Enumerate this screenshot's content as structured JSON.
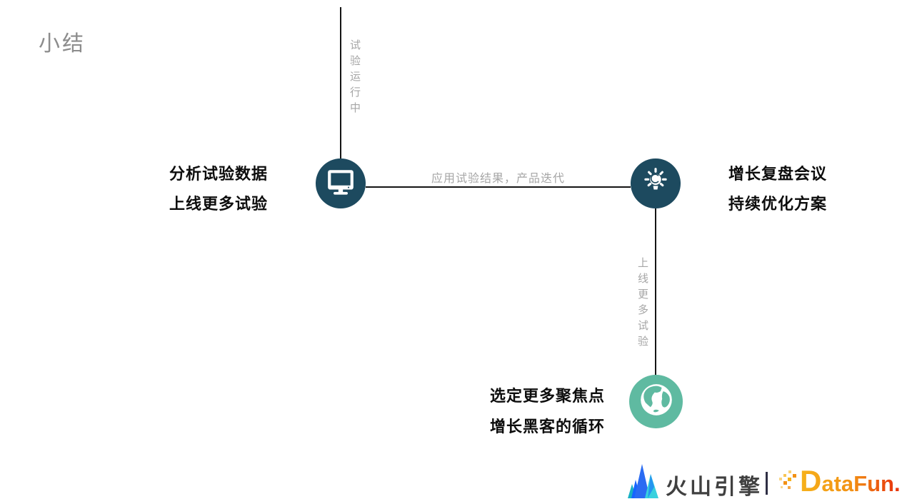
{
  "slide": {
    "title": "小结"
  },
  "colors": {
    "node_dark_teal": "#1d4a5f",
    "node_green": "#5fbaa1",
    "line_black": "#141414",
    "edge_label_gray": "#a6a6a6",
    "title_gray": "#8c8c8c",
    "node_text_black": "#0d0d0d",
    "volcano_blue": "#1664ff",
    "volcano_cyan": "#38d1de",
    "datafun_orange": "#f29114",
    "datafun_red": "#e8380d"
  },
  "nodes": {
    "monitor": {
      "icon": "monitor-icon",
      "label_line1": "分析试验数据",
      "label_line2": "上线更多试验"
    },
    "bulb": {
      "icon": "lightbulb-icon",
      "label_line1": "增长复盘会议",
      "label_line2": "持续优化方案"
    },
    "globe": {
      "icon": "globe-icon",
      "label_line1": "选定更多聚焦点",
      "label_line2": "增长黑客的循环"
    }
  },
  "edges": {
    "top_vertical_label": "试验运行中",
    "horizontal_label": "应用试验结果，产品迭代",
    "right_vertical_label": "上线更多试验"
  },
  "footer": {
    "volcano_text": "火山引擎",
    "separator": "|",
    "datafun_cap": "D",
    "datafun_rest": "ataFun",
    "datafun_period": "."
  }
}
